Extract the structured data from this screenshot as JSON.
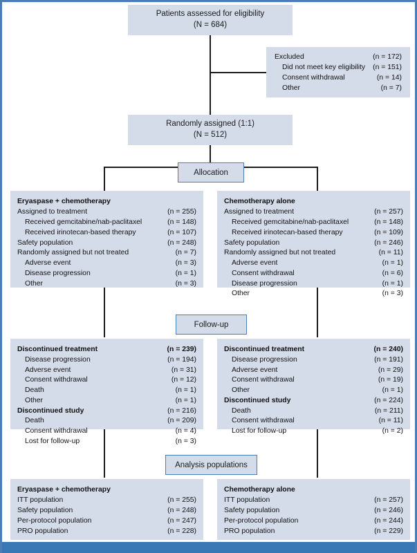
{
  "theme": {
    "box_fill": "#d4dce9",
    "chip_border": "#4a7db5",
    "page_border": "#4a7db5",
    "bottom_bar": "#3a78b5",
    "line": "#1a1a1a"
  },
  "enrollment": {
    "title": "Patients assessed for eligibility",
    "count": "(N = 684)"
  },
  "excluded": {
    "rows": [
      {
        "label": "Excluded",
        "value": "(n = 172)",
        "indent": false
      },
      {
        "label": "Did not meet key eligibility",
        "value": "(n = 151)",
        "indent": true
      },
      {
        "label": "Consent withdrawal",
        "value": "(n = 14)",
        "indent": true
      },
      {
        "label": "Other",
        "value": "(n = 7)",
        "indent": true
      }
    ]
  },
  "randomization": {
    "title": "Randomly assigned (1:1)",
    "count": "(N = 512)"
  },
  "stages": {
    "allocation": "Allocation",
    "followup": "Follow-up",
    "analysis": "Analysis populations"
  },
  "allocation": {
    "left": {
      "header": "Eryaspase + chemotherapy",
      "rows": [
        {
          "label": "Assigned to treatment",
          "value": "(n = 255)",
          "indent": false,
          "bold": false
        },
        {
          "label": "Received gemcitabine/nab-paclitaxel",
          "value": "(n = 148)",
          "indent": true,
          "bold": false
        },
        {
          "label": "Received irinotecan-based therapy",
          "value": "(n = 107)",
          "indent": true,
          "bold": false
        },
        {
          "label": "Safety population",
          "value": "(n = 248)",
          "indent": false,
          "bold": false
        },
        {
          "label": "Randomly assigned but not treated",
          "value": "(n = 7)",
          "indent": false,
          "bold": false
        },
        {
          "label": "Adverse event",
          "value": "(n = 3)",
          "indent": true,
          "bold": false
        },
        {
          "label": "Disease progression",
          "value": "(n = 1)",
          "indent": true,
          "bold": false
        },
        {
          "label": "Other",
          "value": "(n = 3)",
          "indent": true,
          "bold": false
        }
      ]
    },
    "right": {
      "header": "Chemotherapy alone",
      "rows": [
        {
          "label": "Assigned to treatment",
          "value": "(n = 257)",
          "indent": false,
          "bold": false
        },
        {
          "label": "Received gemcitabine/nab-paclitaxel",
          "value": "(n = 148)",
          "indent": true,
          "bold": false
        },
        {
          "label": "Received irinotecan-based therapy",
          "value": "(n = 109)",
          "indent": true,
          "bold": false
        },
        {
          "label": "Safety population",
          "value": "(n = 246)",
          "indent": false,
          "bold": false
        },
        {
          "label": "Randomly assigned but not treated",
          "value": "(n = 11)",
          "indent": false,
          "bold": false
        },
        {
          "label": "Adverse event",
          "value": "(n = 1)",
          "indent": true,
          "bold": false
        },
        {
          "label": "Consent withdrawal",
          "value": "(n = 6)",
          "indent": true,
          "bold": false
        },
        {
          "label": "Disease progression",
          "value": "(n = 1)",
          "indent": true,
          "bold": false
        },
        {
          "label": "Other",
          "value": "(n = 3)",
          "indent": true,
          "bold": false
        }
      ]
    }
  },
  "followup": {
    "left": {
      "rows": [
        {
          "label": "Discontinued treatment",
          "value": "(n = 239)",
          "indent": false,
          "bold": true
        },
        {
          "label": "Disease progression",
          "value": "(n = 194)",
          "indent": true,
          "bold": false
        },
        {
          "label": "Adverse event",
          "value": "(n = 31)",
          "indent": true,
          "bold": false
        },
        {
          "label": "Consent withdrawal",
          "value": "(n = 12)",
          "indent": true,
          "bold": false
        },
        {
          "label": "Death",
          "value": "(n = 1)",
          "indent": true,
          "bold": false
        },
        {
          "label": "Other",
          "value": "(n = 1)",
          "indent": true,
          "bold": false
        },
        {
          "label": "Discontinued study",
          "value": "(n = 216)",
          "indent": false,
          "boldlabel": true
        },
        {
          "label": "Death",
          "value": "(n = 209)",
          "indent": true,
          "bold": false
        },
        {
          "label": "Consent withdrawal",
          "value": "(n = 4)",
          "indent": true,
          "bold": false
        },
        {
          "label": "Lost for follow-up",
          "value": "(n = 3)",
          "indent": true,
          "bold": false
        }
      ]
    },
    "right": {
      "rows": [
        {
          "label": "Discontinued treatment",
          "value": "(n = 240)",
          "indent": false,
          "bold": true
        },
        {
          "label": "Disease progression",
          "value": "(n = 191)",
          "indent": true,
          "bold": false
        },
        {
          "label": "Adverse event",
          "value": "(n = 29)",
          "indent": true,
          "bold": false
        },
        {
          "label": "Consent withdrawal",
          "value": "(n = 19)",
          "indent": true,
          "bold": false
        },
        {
          "label": "Other",
          "value": "(n = 1)",
          "indent": true,
          "bold": false
        },
        {
          "label": "Discontinued study",
          "value": "(n = 224)",
          "indent": false,
          "boldlabel": true
        },
        {
          "label": "Death",
          "value": "(n = 211)",
          "indent": true,
          "bold": false
        },
        {
          "label": "Consent withdrawal",
          "value": "(n = 11)",
          "indent": true,
          "bold": false
        },
        {
          "label": "Lost for follow-up",
          "value": "(n = 2)",
          "indent": true,
          "bold": false
        }
      ]
    }
  },
  "analysis": {
    "left": {
      "header": "Eryaspase + chemotherapy",
      "rows": [
        {
          "label": "ITT population",
          "value": "(n =  255)",
          "indent": false,
          "bold": false
        },
        {
          "label": "Safety population",
          "value": "(n = 248)",
          "indent": false,
          "bold": false
        },
        {
          "label": "Per-protocol population",
          "value": "(n = 247)",
          "indent": false,
          "bold": false
        },
        {
          "label": "PRO population",
          "value": "(n = 228)",
          "indent": false,
          "bold": false
        }
      ]
    },
    "right": {
      "header": "Chemotherapy alone",
      "rows": [
        {
          "label": "ITT population",
          "value": "(n = 257)",
          "indent": false,
          "bold": false
        },
        {
          "label": "Safety population",
          "value": "(n = 246)",
          "indent": false,
          "bold": false
        },
        {
          "label": "Per-protocol population",
          "value": "(n = 244)",
          "indent": false,
          "bold": false
        },
        {
          "label": "PRO population",
          "value": "(n = 229)",
          "indent": false,
          "bold": false
        }
      ]
    }
  }
}
